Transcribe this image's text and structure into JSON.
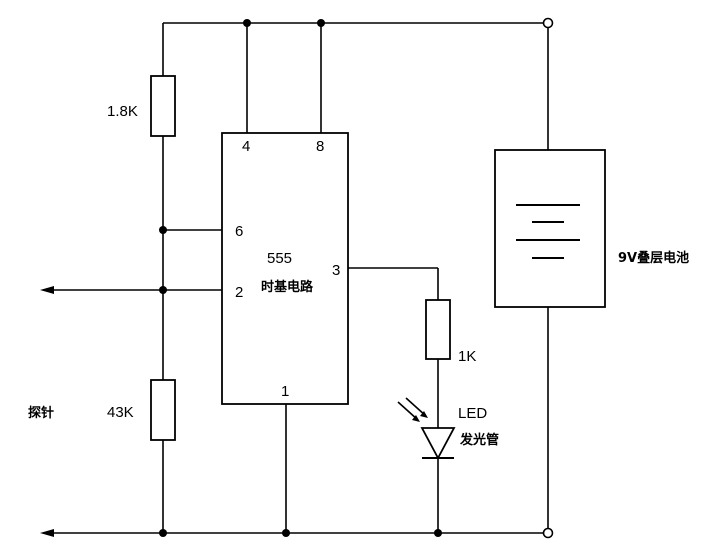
{
  "diagram": {
    "resistors": {
      "r1": "1.8K",
      "r2": "43K",
      "r3": "1K"
    },
    "ic": {
      "number": "555",
      "name": "时基电路",
      "pins": {
        "p4": "4",
        "p8": "8",
        "p6": "6",
        "p2": "2",
        "p3": "3",
        "p1": "1"
      }
    },
    "led": {
      "label": "LED",
      "name": "发光管"
    },
    "battery": "9V叠层电池",
    "probe": "探针"
  }
}
